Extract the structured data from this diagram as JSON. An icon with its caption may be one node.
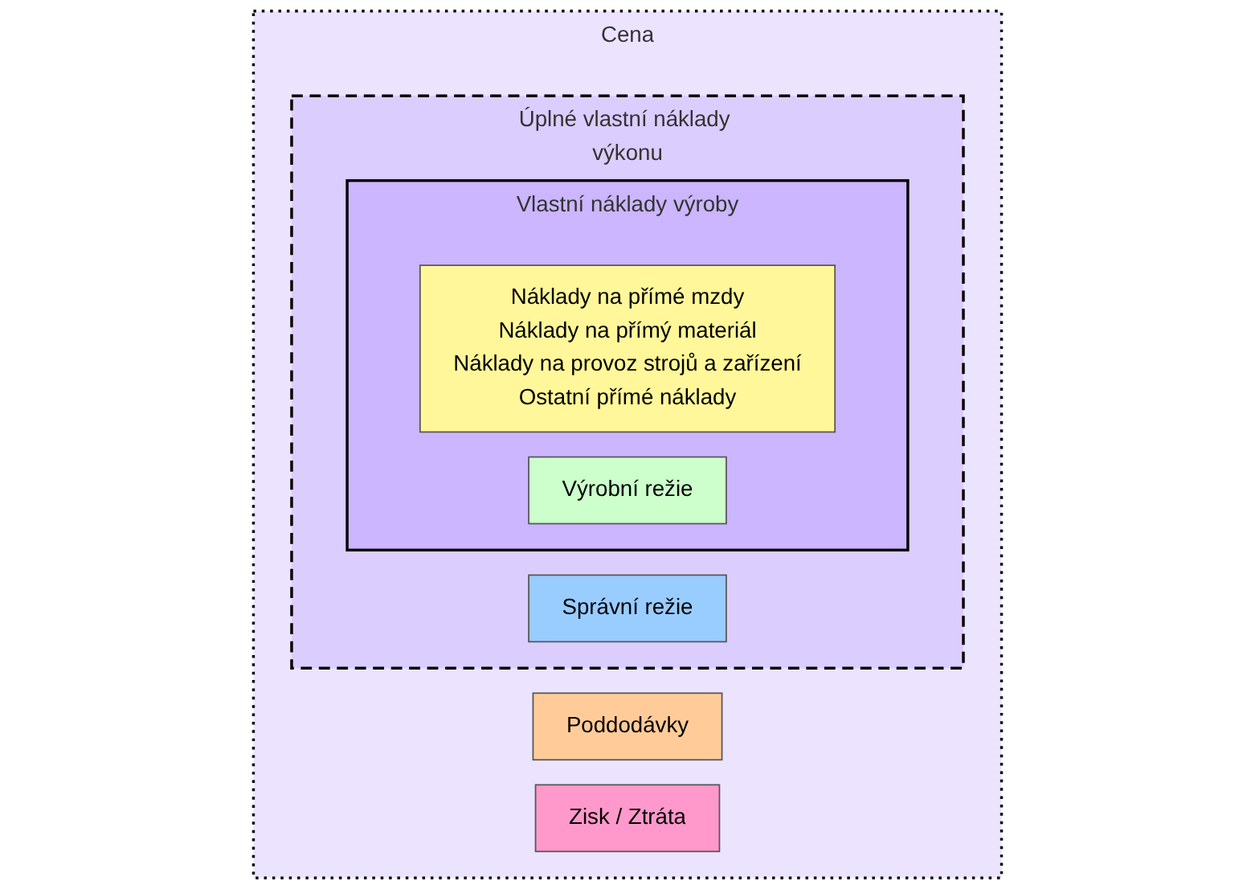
{
  "diagram": {
    "nodes": [
      {
        "text": [
          "Cena"
        ]
      },
      {
        "text": [
          "Úplné vlastní náklady výkonu"
        ],
        "in": 0
      },
      {
        "text": [
          "Vlastní náklady výroby"
        ],
        "in": 1
      },
      {
        "text": [
          "Náklady na přímé mzdy",
          "Náklady na přímý materiál",
          "Náklady na provoz strojů a zařízení",
          "Ostatní přímé náklady"
        ],
        "in": 2
      },
      {
        "text": [
          "Výrobní režie"
        ],
        "in": 2
      },
      {
        "text": [
          "Správní režie"
        ],
        "in": 1
      },
      {
        "text": [
          "Poddodávky"
        ],
        "in": 0
      },
      {
        "text": [
          "Zisk / Ztráta"
        ],
        "in": 0
      }
    ]
  }
}
